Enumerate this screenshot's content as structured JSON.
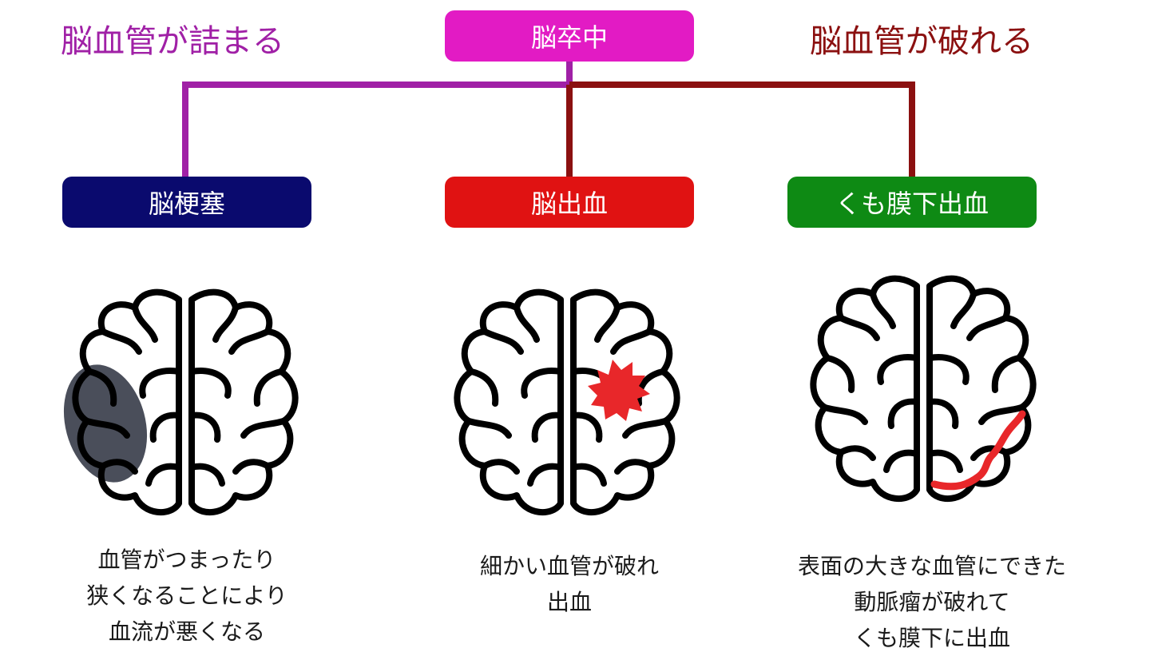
{
  "root": {
    "label": "脳卒中",
    "color": "#e21bc4"
  },
  "categories": {
    "left": {
      "label": "脳血管が詰まる",
      "color": "#a020a6"
    },
    "right": {
      "label": "脳血管が破れる",
      "color": "#8b1010"
    }
  },
  "types": [
    {
      "label": "脳梗塞",
      "color": "#0a0a6e",
      "description": [
        "血管がつまったり",
        "狭くなることにより",
        "血流が悪くなる"
      ]
    },
    {
      "label": "脳出血",
      "color": "#e01212",
      "description": [
        "細かい血管が破れ",
        "出血"
      ]
    },
    {
      "label": "くも膜下出血",
      "color": "#0e8a14",
      "description": [
        "表面の大きな血管にできた",
        "動脈瘤が破れて",
        "くも膜下に出血"
      ]
    }
  ],
  "connector_colors": {
    "left": "#a020a6",
    "right": "#8b1010"
  },
  "marker_colors": {
    "infarct": "#4a4e5a",
    "hemorrhage": "#e8272a"
  },
  "icons": [
    "brain-icon",
    "brain-icon",
    "brain-icon"
  ]
}
